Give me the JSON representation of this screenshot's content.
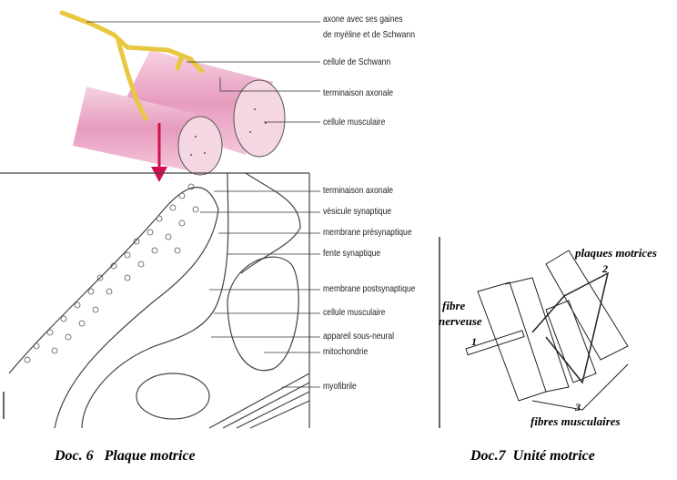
{
  "doc6": {
    "caption": "Doc. 6   Plaque motrice",
    "top_labels": [
      "axone avec ses gaines",
      "de myéline et de Schwann",
      "cellule de Schwann",
      "terminaison axonale",
      "cellule musculaire"
    ],
    "bottom_labels": [
      "terminaison axonale",
      "vésicule synaptique",
      "membrane présynaptique",
      "fente synaptique",
      "membrane postsynaptique",
      "cellule musculaire",
      "appareil sous-neural",
      "mitochondrie",
      "myofibrile"
    ]
  },
  "doc7": {
    "caption": "Doc.7  Unité motrice",
    "labels": {
      "plaques": "plaques motrices",
      "fibre1": "fibre",
      "fibre2": "nerveuse",
      "fibres": "fibres musculaires",
      "n1": "1",
      "n2": "2",
      "n3": "3"
    }
  },
  "colors": {
    "muscle": "#e9a6c4",
    "axon": "#f0d060",
    "arrow": "#d0104a"
  }
}
